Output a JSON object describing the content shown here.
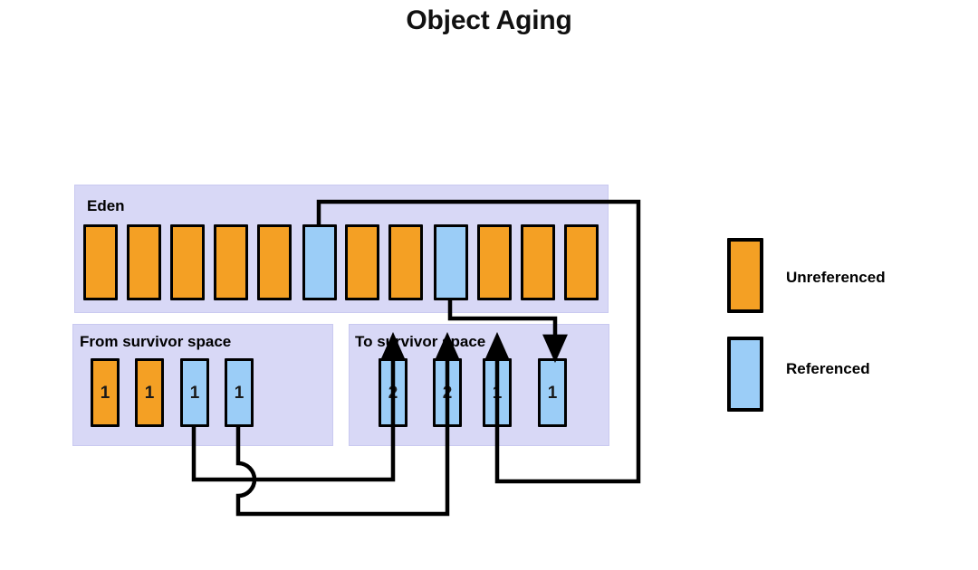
{
  "title": "Object Aging",
  "regions": {
    "eden": {
      "label": "Eden",
      "blocks": [
        {
          "color": "orange",
          "text": ""
        },
        {
          "color": "orange",
          "text": ""
        },
        {
          "color": "orange",
          "text": ""
        },
        {
          "color": "orange",
          "text": ""
        },
        {
          "color": "orange",
          "text": ""
        },
        {
          "color": "blue",
          "text": ""
        },
        {
          "color": "orange",
          "text": ""
        },
        {
          "color": "orange",
          "text": ""
        },
        {
          "color": "blue",
          "text": ""
        },
        {
          "color": "orange",
          "text": ""
        },
        {
          "color": "orange",
          "text": ""
        },
        {
          "color": "orange",
          "text": ""
        }
      ]
    },
    "from_survivor": {
      "label": "From survivor  space",
      "blocks": [
        {
          "color": "orange",
          "text": "1"
        },
        {
          "color": "orange",
          "text": "1"
        },
        {
          "color": "blue",
          "text": "1"
        },
        {
          "color": "blue",
          "text": "1"
        }
      ]
    },
    "to_survivor": {
      "label": "To survivor  space",
      "blocks": [
        {
          "color": "blue",
          "text": "2"
        },
        {
          "color": "blue",
          "text": "2"
        },
        {
          "color": "blue",
          "text": "1"
        },
        {
          "color": "blue",
          "text": "1"
        }
      ]
    }
  },
  "legend": {
    "items": [
      {
        "color": "orange",
        "label": "Unreferenced"
      },
      {
        "color": "blue",
        "label": "Referenced"
      }
    ]
  },
  "colors": {
    "orange": "#f4a024",
    "blue": "#9bcdf7",
    "panel": "#d8d8f6",
    "stroke": "#000000",
    "background": "#ffffff"
  }
}
